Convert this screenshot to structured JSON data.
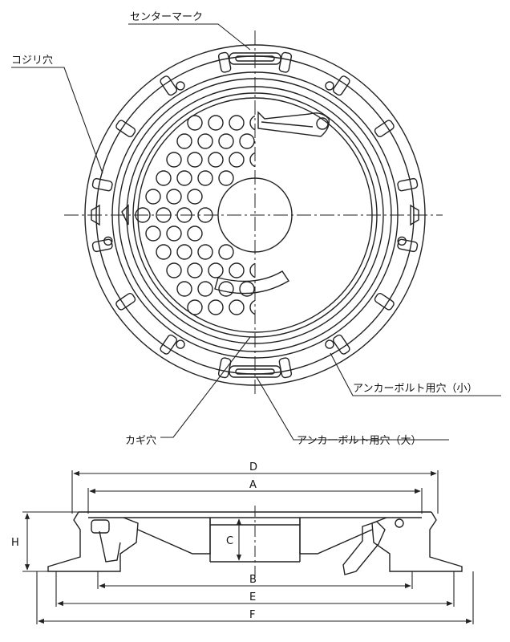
{
  "labels": {
    "center_mark": "センターマーク",
    "saw_hole": "コジリ穴",
    "key_hole": "カギ穴",
    "anchor_bolt_small": "アンカーボルト用穴（小）",
    "anchor_bolt_large": "アンカーボルト用穴（大）"
  },
  "dimensions": {
    "d": "D",
    "a": "A",
    "b": "B",
    "e": "E",
    "f": "F",
    "h": "H",
    "c": "C"
  },
  "colors": {
    "line": "#222222",
    "background": "#ffffff"
  }
}
